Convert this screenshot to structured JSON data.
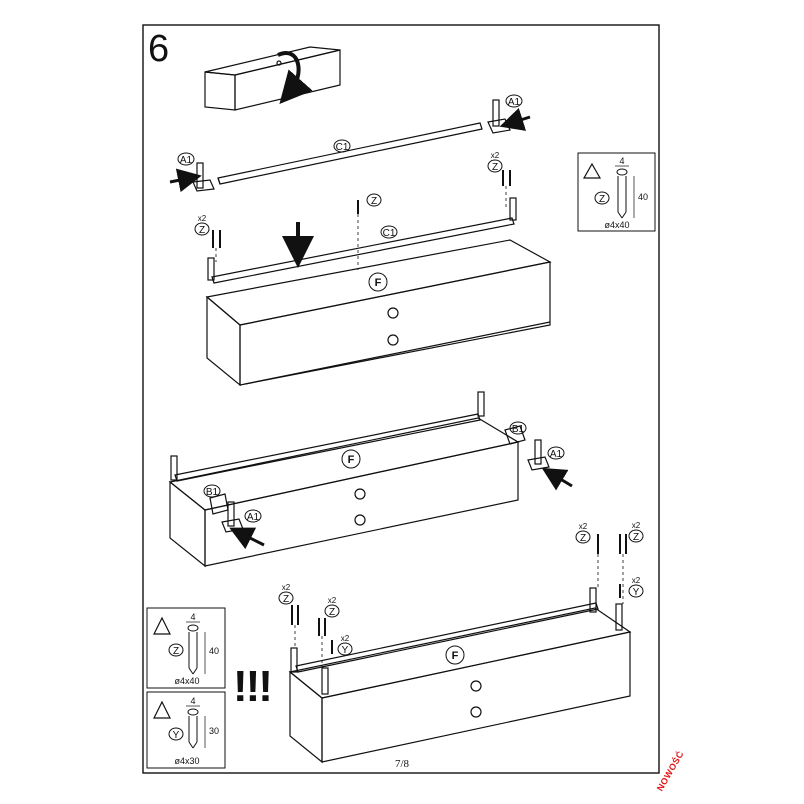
{
  "step": {
    "number": "6"
  },
  "page": {
    "number": "7/8"
  },
  "brand": {
    "stamp": "NOWOŚĆ"
  },
  "warning": {
    "exclaim": "!!!"
  },
  "parts": {
    "a1": "A1",
    "b1": "B1",
    "c1": "C1",
    "f": "F",
    "z": "Z",
    "y": "Y",
    "qty_x2": "x2"
  },
  "screw_boxes": [
    {
      "part": "Z",
      "width": "4",
      "length": "40",
      "caption": "ø4x40"
    },
    {
      "part": "Z",
      "width": "4",
      "length": "40",
      "caption": "ø4x40"
    },
    {
      "part": "Y",
      "width": "4",
      "length": "30",
      "caption": "ø4x30"
    }
  ],
  "icons": [
    "warning-triangle-icon",
    "rotate-arrow-icon",
    "push-arrow-icon",
    "screw-icon"
  ]
}
